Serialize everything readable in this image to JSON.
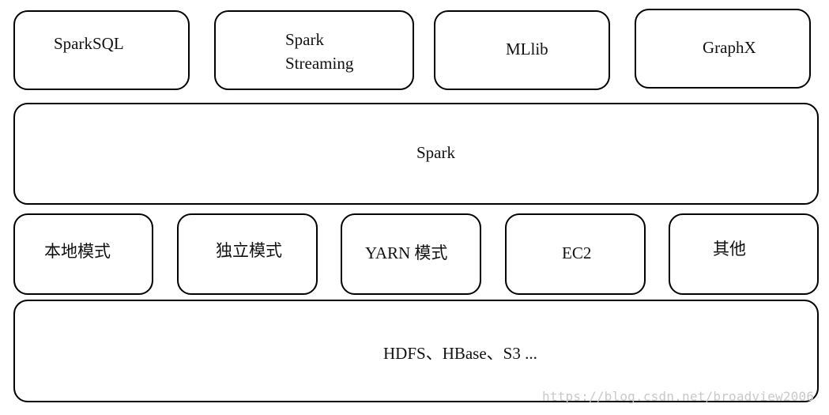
{
  "diagram": {
    "top_modules": [
      {
        "label": "SparkSQL"
      },
      {
        "label": "Spark\nStreaming"
      },
      {
        "label": "MLlib"
      },
      {
        "label": "GraphX"
      }
    ],
    "core": {
      "label": "Spark"
    },
    "deploy_modes": [
      {
        "label": "本地模式"
      },
      {
        "label": "独立模式"
      },
      {
        "label": "YARN 模式"
      },
      {
        "label": "EC2"
      },
      {
        "label": "其他"
      }
    ],
    "storage": {
      "label": "HDFS、HBase、S3 ..."
    }
  },
  "watermark": {
    "text": "https://blog.csdn.net/broadview2006"
  }
}
